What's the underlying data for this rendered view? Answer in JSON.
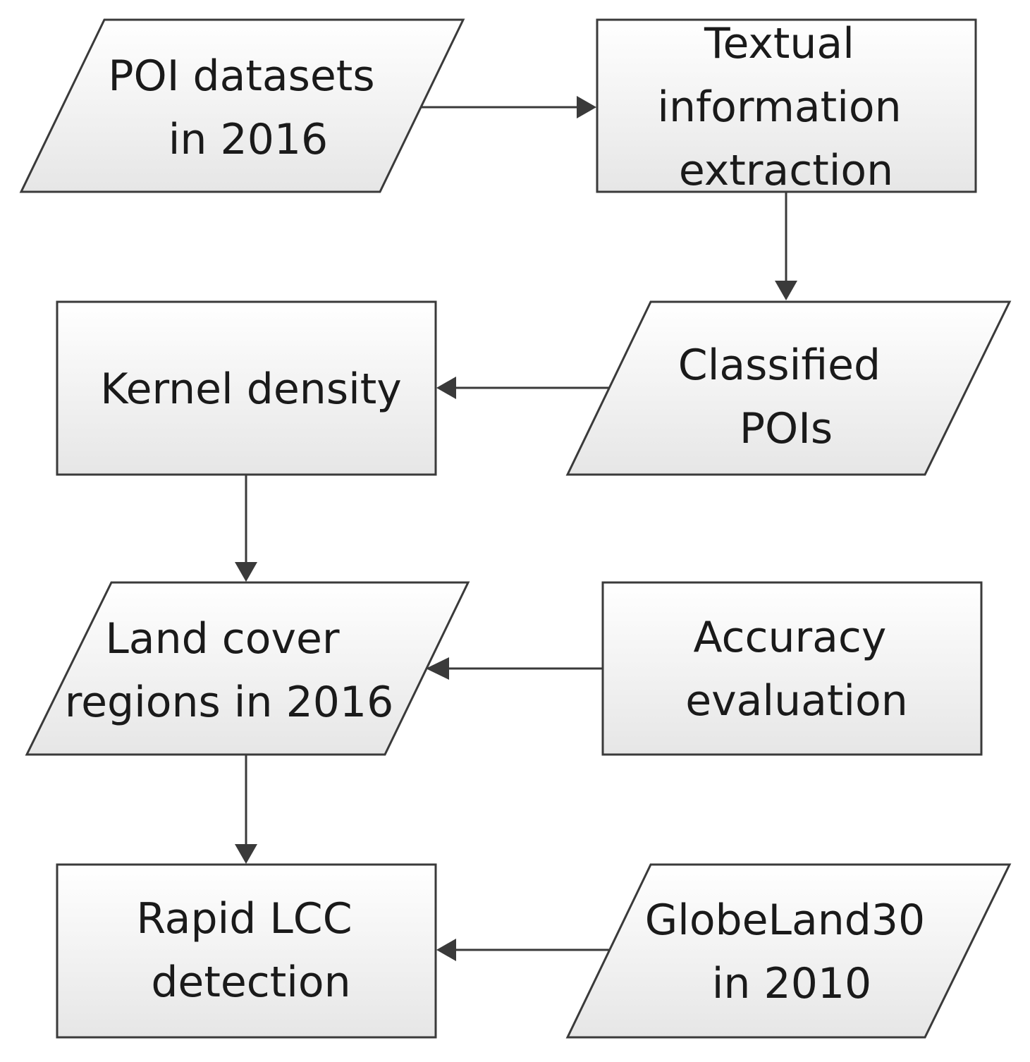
{
  "diagram": {
    "nodes": {
      "poi_datasets": {
        "shape": "parallelogram",
        "lines": [
          "POI datasets",
          "in 2016"
        ]
      },
      "textual_extraction": {
        "shape": "rectangle",
        "lines": [
          "Textual",
          "information",
          "extraction"
        ]
      },
      "classified_pois": {
        "shape": "parallelogram",
        "lines": [
          "Classified",
          "POIs"
        ]
      },
      "kernel_density": {
        "shape": "rectangle",
        "lines": [
          "Kernel density"
        ]
      },
      "land_cover": {
        "shape": "parallelogram",
        "lines": [
          "Land cover",
          "regions in 2016"
        ]
      },
      "accuracy_evaluation": {
        "shape": "rectangle",
        "lines": [
          "Accuracy",
          "evaluation"
        ]
      },
      "rapid_lcc": {
        "shape": "rectangle",
        "lines": [
          "Rapid LCC",
          "detection"
        ]
      },
      "globeland30": {
        "shape": "parallelogram",
        "lines": [
          "GlobeLand30",
          "in 2010"
        ]
      }
    },
    "edges": [
      {
        "from": "poi_datasets",
        "to": "textual_extraction"
      },
      {
        "from": "textual_extraction",
        "to": "classified_pois"
      },
      {
        "from": "classified_pois",
        "to": "kernel_density"
      },
      {
        "from": "kernel_density",
        "to": "land_cover"
      },
      {
        "from": "accuracy_evaluation",
        "to": "land_cover"
      },
      {
        "from": "land_cover",
        "to": "rapid_lcc"
      },
      {
        "from": "globeland30",
        "to": "rapid_lcc"
      }
    ],
    "colors": {
      "fill_top": "#ffffff",
      "fill_bottom": "#e6e6e6",
      "stroke": "#3a3a3a",
      "text": "#1a1a1a"
    }
  }
}
